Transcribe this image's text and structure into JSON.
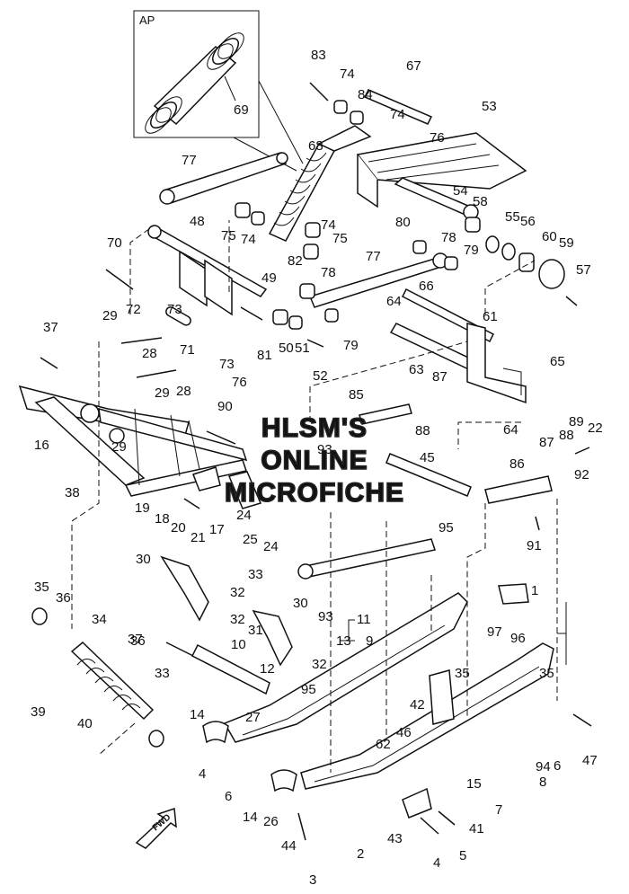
{
  "inset": {
    "label": "AP",
    "part_number": "69"
  },
  "callouts": [
    "83",
    "74",
    "67",
    "84",
    "74",
    "76",
    "53",
    "77",
    "68",
    "54",
    "58",
    "48",
    "75",
    "74",
    "74",
    "75",
    "80",
    "78",
    "55",
    "56",
    "60",
    "59",
    "70",
    "82",
    "78",
    "77",
    "79",
    "57",
    "72",
    "49",
    "66",
    "64",
    "73",
    "50",
    "51",
    "79",
    "61",
    "29",
    "37",
    "71",
    "81",
    "73",
    "28",
    "76",
    "52",
    "63",
    "65",
    "29",
    "28",
    "85",
    "87",
    "64",
    "89",
    "90",
    "22",
    "88",
    "16",
    "93",
    "88",
    "87",
    "29",
    "45",
    "86",
    "38",
    "92",
    "19",
    "18",
    "20",
    "24",
    "17",
    "21",
    "25",
    "24",
    "91",
    "30",
    "95",
    "33",
    "30",
    "35",
    "36",
    "32",
    "93",
    "11",
    "97",
    "96",
    "34",
    "32",
    "31",
    "10",
    "9",
    "13",
    "35",
    "37",
    "33",
    "32",
    "12",
    "42",
    "95",
    "35",
    "36",
    "39",
    "40",
    "14",
    "27",
    "46",
    "62",
    "94",
    "6",
    "47",
    "4",
    "8",
    "6",
    "14",
    "26",
    "15",
    "41",
    "7",
    "43",
    "44",
    "4",
    "5",
    "2",
    "3",
    "1"
  ],
  "fwd_label": "FWD",
  "watermark": {
    "line1": "HLSM'S",
    "line2": "ONLINE",
    "line3": "MICROFICHE"
  }
}
